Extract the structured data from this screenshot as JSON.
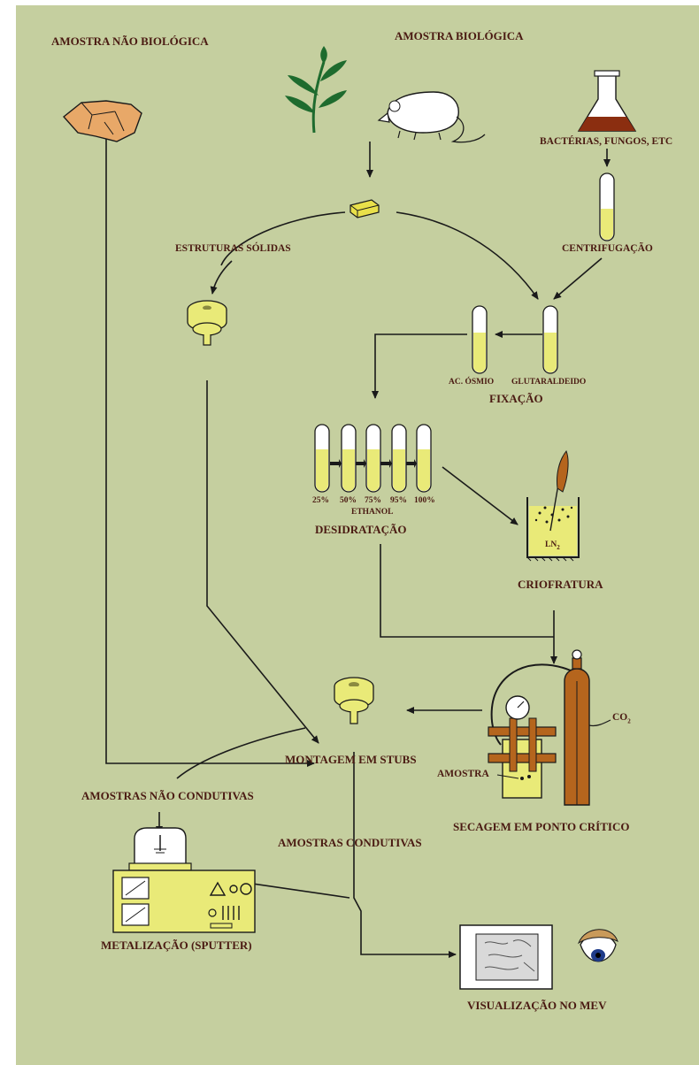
{
  "colors": {
    "background": "#c5cf9f",
    "text": "#4a1a12",
    "arrow": "#1a1a1a",
    "yellow": "#e9ea78",
    "rock": "#e8a868",
    "flask_liquid": "#8b2e10",
    "cylinder": "#b5651d",
    "leaf": "#1e6b2e"
  },
  "labels": {
    "non_bio": "AMOSTRA NÃO BIOLÓGICA",
    "bio": "AMOSTRA BIOLÓGICA",
    "bacteria": "BACTÉRIAS, FUNGOS, ETC",
    "solid": "ESTRUTURAS SÓLIDAS",
    "centrifuge": "CENTRIFUGAÇÃO",
    "osmium": "AC. ÓSMIO",
    "glutaraldehyde": "GLUTARALDEIDO",
    "fixation": "FIXAÇÃO",
    "pct_25": "25%",
    "pct_50": "50%",
    "pct_75": "75%",
    "pct_95": "95%",
    "pct_100": "100%",
    "ethanol": "ETHANOL",
    "dehydration": "DESIDRATAÇÃO",
    "cryofracture": "CRIOFRATURA",
    "ln2": "LN",
    "ln2_sub": "2",
    "co2": "CO",
    "co2_sub": "2",
    "mounting": "MONTAGEM EM STUBS",
    "sample": "AMOSTRA",
    "critical_point": "SECAGEM EM PONTO CRÍTICO",
    "non_conductive": "AMOSTRAS NÃO CONDUTIVAS",
    "conductive": "AMOSTRAS CONDUTIVAS",
    "sputter": "METALIZAÇÃO (SPUTTER)",
    "mev": "VISUALIZAÇÃO NO MEV"
  }
}
